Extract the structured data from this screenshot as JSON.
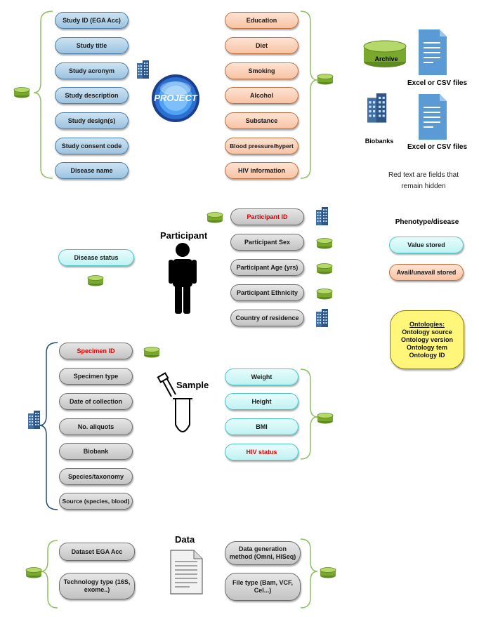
{
  "study_fields": [
    "Study ID (EGA Acc)",
    "Study title",
    "Study acronym",
    "Study description",
    "Study design(s)",
    "Study consent code",
    "Disease name"
  ],
  "study_extra_fields": [
    "Education",
    "Diet",
    "Smoking",
    "Alcohol",
    "Substance",
    "Blood pressure/hypert",
    "HIV information"
  ],
  "project_logo_text": "PROJECT",
  "legend": {
    "archive": "Archive",
    "excel_csv_1": "Excel or CSV files",
    "biobanks": "Biobanks",
    "excel_csv_2": "Excel or CSV files",
    "red_text_note": "Red text are fields that remain hidden",
    "phenotype_title": "Phenotype/disease",
    "value_stored": "Value stored",
    "avail_stored": "Avail/unavail stored",
    "ontologies_title": "Ontologies:",
    "ontology_lines": [
      "Ontology source",
      "Ontology version",
      "Ontology tem",
      "Ontology ID"
    ]
  },
  "participant": {
    "title": "Participant",
    "fields": [
      "Participant ID",
      "Participant Sex",
      "Participant Age (yrs)",
      "Participant Ethnicity",
      "Country of residence"
    ],
    "disease_status": "Disease status"
  },
  "sample": {
    "title": "Sample",
    "fields": [
      "Specimen ID",
      "Specimen type",
      "Date of collection",
      "No. aliquots",
      "Biobank",
      "Species/taxonomy",
      "Source (species, blood)"
    ],
    "measures": [
      "Weight",
      "Height",
      "BMI",
      "HIV status"
    ]
  },
  "data": {
    "title": "Data",
    "left_fields": [
      "Dataset EGA Acc",
      "Technology type (16S, exome..)"
    ],
    "right_fields": [
      "Data generation method (Omni, HiSeq)",
      "File type (Bam, VCF, Cel...)"
    ]
  }
}
